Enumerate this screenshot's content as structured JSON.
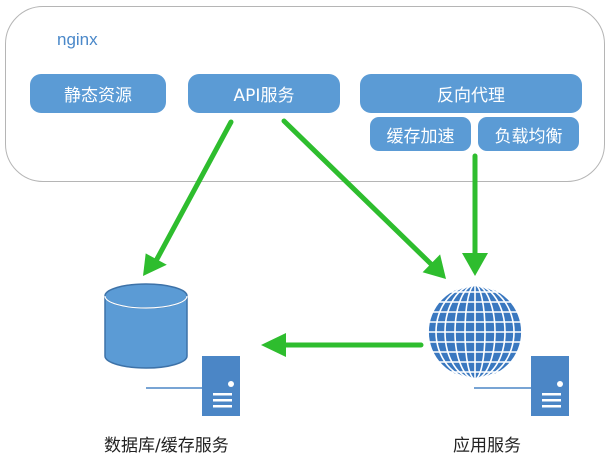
{
  "nginx": {
    "label": "nginx",
    "modules": {
      "static": "静态资源",
      "api": "API服务",
      "reverse_proxy": "反向代理",
      "cache": "缓存加速",
      "load_balance": "负载均衡"
    }
  },
  "nodes": {
    "database": "数据库/缓存服务",
    "app": "应用服务"
  },
  "colors": {
    "module_fill": "#5b9bd5",
    "arrow": "#2ebd2e",
    "database": "#5b9bd5",
    "globe": "#3a78c0",
    "server": "#4b86c6",
    "border": "#b5b5b5"
  }
}
